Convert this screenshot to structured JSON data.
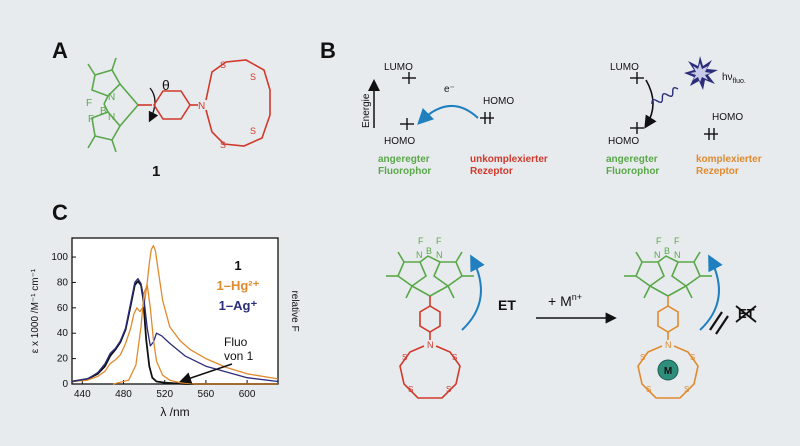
{
  "panels": {
    "A": {
      "label": "A",
      "angle": "θ",
      "atom_F1": "F",
      "atom_F2": "F",
      "atom_B": "B",
      "atom_N1": "N",
      "atom_N2": "N",
      "atom_N3": "N",
      "sulfur": "S",
      "compound": "1"
    },
    "B": {
      "label": "B",
      "energy_axis": "Energie",
      "lumo": "LUMO",
      "homo": "HOMO",
      "electron": "e⁻",
      "hv": "hν",
      "hv_sub": "fluo.",
      "left_state": [
        "angeregter",
        "Fluorophor"
      ],
      "left_receptor": [
        "unkomplexierter",
        "Rezeptor"
      ],
      "right_state": [
        "angeregter",
        "Fluorophor"
      ],
      "right_receptor": [
        "komplexierter",
        "Rezeptor"
      ]
    },
    "C": {
      "label": "C",
      "et": "ET",
      "metal_prefix": "+ M",
      "metal_sup": "n+",
      "metal_center": "M",
      "fluoro_F": "F",
      "fluoro_B": "B",
      "fluoro_N": "N"
    }
  },
  "colors": {
    "green": "#5aa84a",
    "red": "#d0392b",
    "orange": "#e08a2e",
    "navy": "#2b2d7a",
    "blue_arrow": "#1f7fbf",
    "teal": "#2e8e7c"
  },
  "chart_data": {
    "type": "line",
    "xlabel": "λ /nm",
    "ylabel": "ε x 1000 /M⁻¹ cm⁻¹",
    "ylabel_right": "relative F",
    "xlim": [
      430,
      630
    ],
    "ylim": [
      0,
      115
    ],
    "x_ticks": [
      440,
      480,
      520,
      560,
      600
    ],
    "y_ticks": [
      0,
      20,
      40,
      60,
      80,
      100
    ],
    "legend": [
      "1",
      "1–Hg²⁺",
      "1–Ag⁺"
    ],
    "annotation": [
      "Fluo",
      "von 1"
    ],
    "series": [
      {
        "name": "1",
        "color": "#111111",
        "x": [
          430,
          445,
          455,
          462,
          467,
          472,
          477,
          482,
          487,
          491,
          494,
          497,
          499,
          502,
          505,
          508,
          512,
          520,
          540,
          630
        ],
        "y": [
          2,
          4,
          8,
          14,
          22,
          27,
          33,
          43,
          62,
          78,
          81,
          78,
          68,
          35,
          14,
          5,
          2,
          1,
          0,
          0
        ]
      },
      {
        "name": "1–Hg²⁺",
        "color": "#e08a2e",
        "x": [
          430,
          445,
          455,
          462,
          467,
          472,
          477,
          482,
          487,
          490,
          493,
          496,
          500,
          503,
          505,
          507,
          509,
          511,
          514,
          518,
          525,
          535,
          545,
          560,
          580,
          600,
          630
        ],
        "y": [
          2,
          3,
          6,
          10,
          16,
          19,
          23,
          32,
          44,
          55,
          60,
          57,
          62,
          80,
          95,
          106,
          109,
          105,
          88,
          66,
          45,
          34,
          27,
          20,
          13,
          8,
          4
        ]
      },
      {
        "name": "1–Ag⁺",
        "color": "#2b2d7a",
        "x": [
          430,
          445,
          455,
          462,
          467,
          472,
          477,
          482,
          487,
          491,
          494,
          497,
          500,
          503,
          506,
          509,
          512,
          517,
          525,
          540,
          560,
          600,
          630
        ],
        "y": [
          2,
          4,
          9,
          16,
          24,
          28,
          34,
          44,
          64,
          80,
          83,
          79,
          66,
          44,
          30,
          33,
          40,
          38,
          32,
          22,
          14,
          5,
          2
        ]
      },
      {
        "name": "Fluo von 1",
        "color": "#e08a2e",
        "x": [
          470,
          485,
          492,
          497,
          500,
          503,
          506,
          509,
          512,
          518,
          525,
          535,
          550,
          580,
          630
        ],
        "y": [
          0,
          3,
          15,
          45,
          72,
          78,
          60,
          35,
          18,
          7,
          3,
          1,
          0,
          0,
          0
        ]
      }
    ]
  }
}
